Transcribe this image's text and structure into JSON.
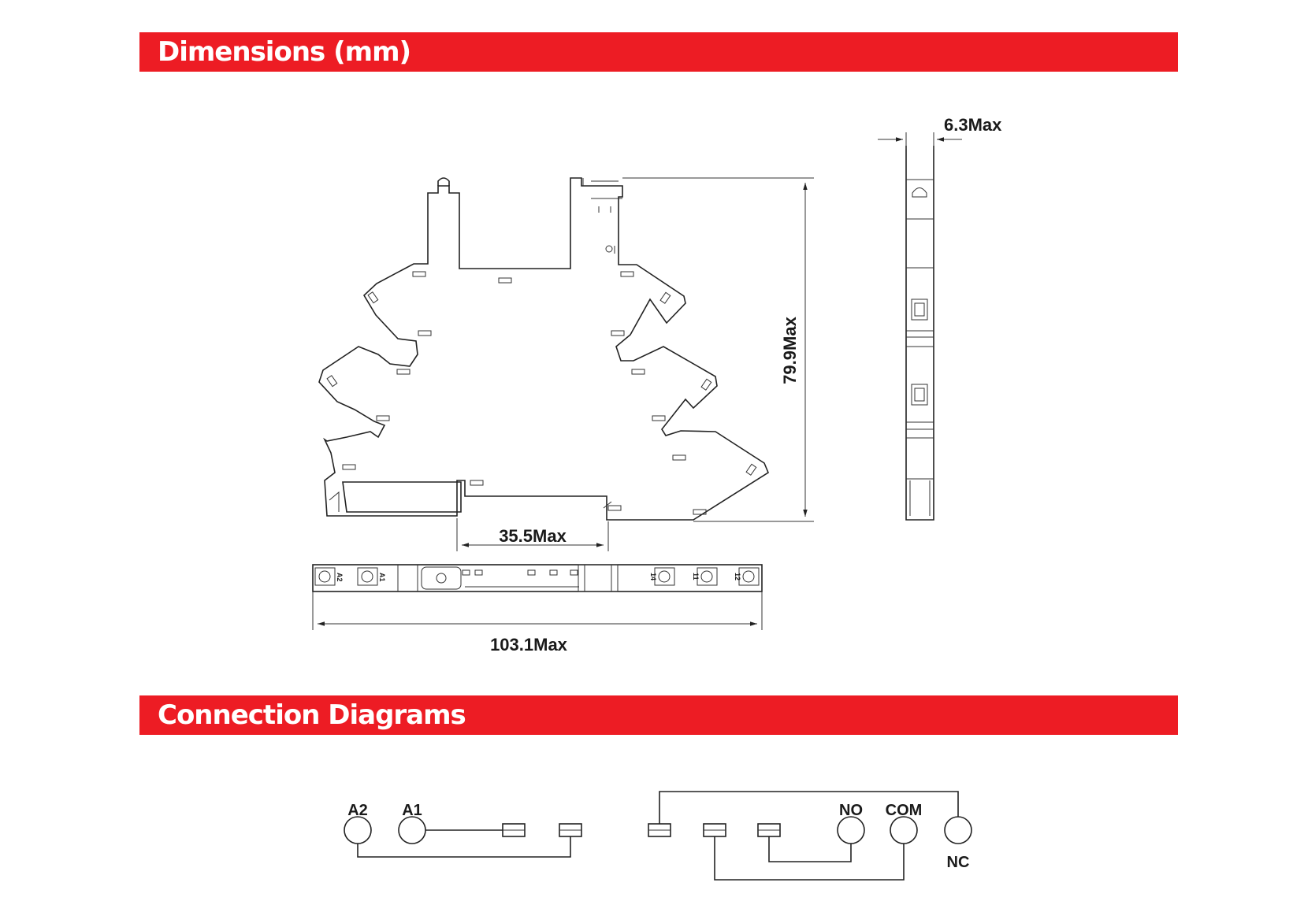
{
  "headers": {
    "dimensions": "Dimensions (mm)",
    "connection": "Connection Diagrams"
  },
  "dimensions": {
    "width_top": "6.3Max",
    "height": "79.9Max",
    "rail_width": "35.5Max",
    "length": "103.1Max",
    "terminal_marks": {
      "a2": "A2",
      "a1": "A1",
      "t14": "14",
      "t11": "11",
      "t12": "12"
    }
  },
  "connection": {
    "labels": {
      "a2": "A2",
      "a1": "A1",
      "no": "NO",
      "com": "COM",
      "nc": "NC"
    }
  }
}
